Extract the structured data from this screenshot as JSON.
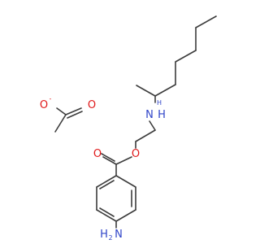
{
  "colors": {
    "bond": "#3c3c3c",
    "oxygen": "#e0191a",
    "nitrogen": "#2f44c8",
    "background": "#ffffff"
  },
  "acetate": {
    "o_minus": {
      "element": "O",
      "charge": "-"
    },
    "o_double": {
      "element": "O"
    }
  },
  "ester": {
    "o_ether": {
      "element": "O"
    },
    "o_carbonyl": {
      "element": "O"
    }
  },
  "amine": {
    "element": "N",
    "h": "H",
    "h2": "H"
  },
  "aniline": {
    "element": "N",
    "h": "H",
    "h_count": "2"
  }
}
